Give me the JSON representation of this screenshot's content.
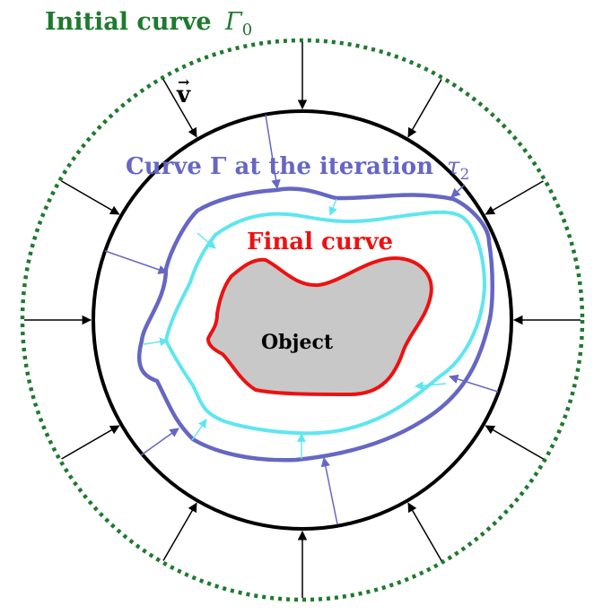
{
  "labels": {
    "initial_curve_text": "Initial curve",
    "initial_curve_symbol": "Γ",
    "initial_curve_subscript": "0",
    "velocity_symbol": "v",
    "velocity_accent": "→",
    "curve_iteration_text": "Curve Γ at the iteration",
    "curve_iteration_symbol": "τ",
    "curve_iteration_subscript": "2",
    "final_curve": "Final curve",
    "object": "Object"
  },
  "colors": {
    "initial_curve": "#1e7a2e",
    "black_circle": "#000000",
    "curve_tau2": "#6666c4",
    "cyan_curve": "#5ee6f0",
    "final_curve": "#ee1111",
    "object_fill": "#c8c8c8",
    "arrows_outer": "#000000",
    "arrows_tau2": "#6666c4",
    "arrows_cyan": "#5ee6f0"
  }
}
